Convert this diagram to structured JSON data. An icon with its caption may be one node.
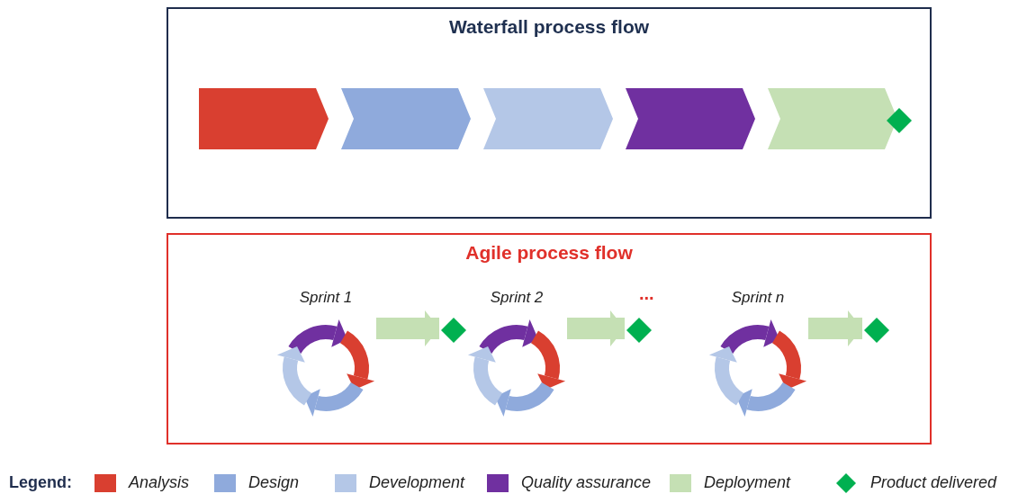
{
  "diagram": {
    "nodes": [
      {
        "text": [
          "Waterfall process flow"
        ]
      },
      {
        "text": [],
        "shape": "chevron",
        "in": 0
      },
      {
        "text": [],
        "shape": "chevron",
        "in": 0
      },
      {
        "text": [],
        "shape": "chevron",
        "in": 0
      },
      {
        "text": [],
        "shape": "chevron",
        "in": 0
      },
      {
        "text": [],
        "shape": "chevron",
        "in": 0
      },
      {
        "text": [],
        "shape": "diamond",
        "in": 0
      },
      {
        "text": [
          "Agile process flow"
        ]
      },
      {
        "text": [
          "Sprint 1"
        ],
        "in": 7
      },
      {
        "text": [],
        "shape": "diamond",
        "in": 7
      },
      {
        "text": [
          "Sprint 2"
        ],
        "in": 7
      },
      {
        "text": [],
        "shape": "diamond",
        "in": 7
      },
      {
        "text": [
          "Sprint n"
        ],
        "in": 7
      },
      {
        "text": [],
        "shape": "diamond",
        "in": 7
      }
    ],
    "edges": [
      {
        "from": 8,
        "to": 9,
        "arrow": "to",
        "color": "#c5e0b4"
      },
      {
        "from": 10,
        "to": 11,
        "arrow": "to",
        "color": "#c5e0b4"
      },
      {
        "from": 12,
        "to": 13,
        "arrow": "to",
        "color": "#c5e0b4"
      }
    ],
    "labels": [
      "...",
      "Legend:"
    ],
    "legend": [
      {
        "text": "Analysis",
        "color": "#d93f30"
      },
      {
        "text": "Design",
        "color": "#8faadc"
      },
      {
        "text": "Development",
        "color": "#b4c7e7"
      },
      {
        "text": "Quality assurance",
        "color": "#7030a0"
      },
      {
        "text": "Deployment",
        "color": "#c5e0b4"
      },
      {
        "text": "Product delivered"
      }
    ]
  }
}
